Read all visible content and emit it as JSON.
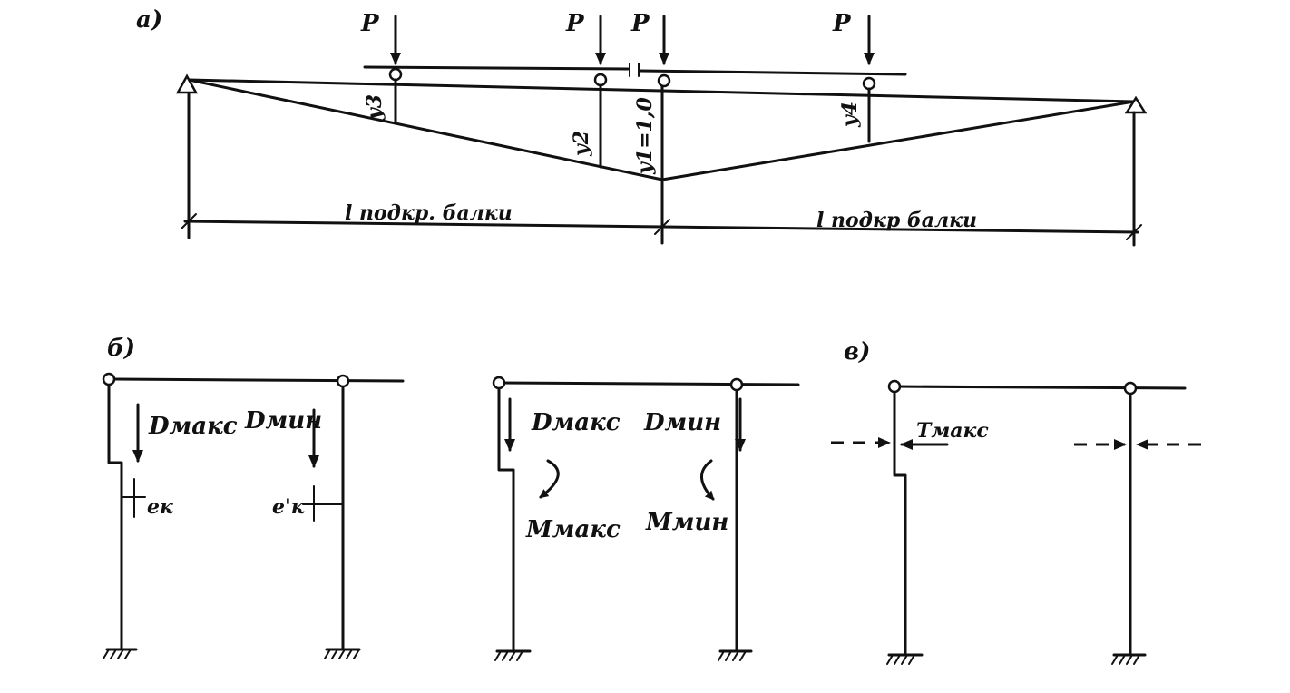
{
  "panel_a": {
    "label": "а)",
    "load_labels": [
      "P",
      "P",
      "P",
      "P"
    ],
    "ordinates": {
      "y3": "y3",
      "y2": "y2",
      "y1": "y1=1,0",
      "y4": "y4"
    },
    "span_left": "l подкр. балки",
    "span_right": "l подкр балки"
  },
  "panel_b": {
    "label": "б)",
    "left_frame": {
      "d_max": "Dмакс",
      "d_min": "Dмин",
      "e_k": "eк",
      "e_k_prime": "e'к"
    },
    "right_frame": {
      "d_max": "Dмакс",
      "d_min": "Dмин",
      "m_max": "Mмакс",
      "m_min": "Mмин"
    }
  },
  "panel_v": {
    "label": "в)",
    "t_max": "Tмакс"
  }
}
